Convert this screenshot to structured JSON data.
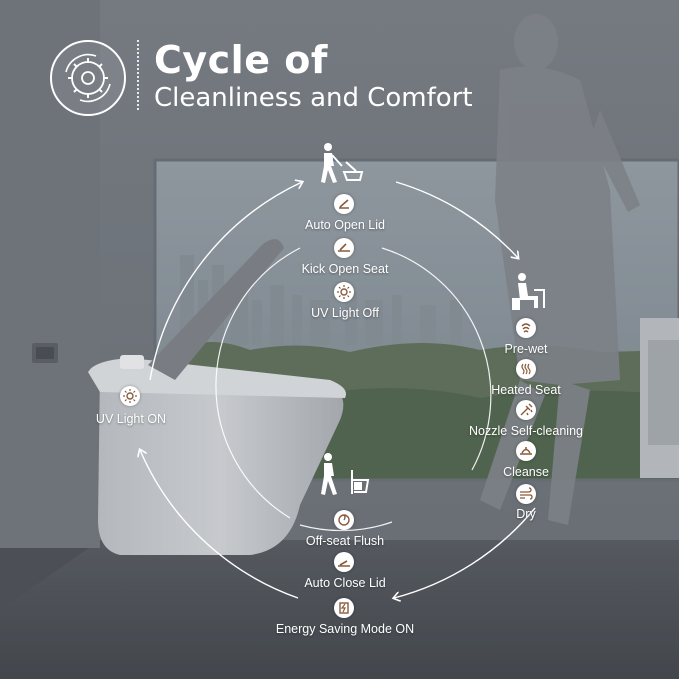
{
  "title": {
    "line1": "Cycle of",
    "line2": "Cleanliness and Comfort"
  },
  "icons": {
    "cycle_logo": "cycle-gear-icon",
    "walking_person": "person-walking-to-toilet-icon",
    "sitting_person": "person-sitting-icon",
    "leaving_person": "person-walking-away-icon"
  },
  "top_group": {
    "steps": [
      {
        "label": "Auto Open Lid",
        "icon": "lid-open-icon"
      },
      {
        "label": "Kick Open Seat",
        "icon": "seat-open-icon"
      },
      {
        "label": "UV Light Off",
        "icon": "uv-light-icon"
      }
    ]
  },
  "right_group": {
    "steps": [
      {
        "label": "Pre-wet",
        "icon": "water-spray-icon"
      },
      {
        "label": "Heated Seat",
        "icon": "heat-icon"
      },
      {
        "label": "Nozzle Self-cleaning",
        "icon": "nozzle-icon"
      },
      {
        "label": "Cleanse",
        "icon": "wash-icon"
      },
      {
        "label": "Dry",
        "icon": "wind-icon"
      }
    ]
  },
  "bottom_group": {
    "steps": [
      {
        "label": "Off-seat Flush",
        "icon": "flush-icon"
      },
      {
        "label": "Auto Close Lid",
        "icon": "lid-close-icon"
      },
      {
        "label": "Energy Saving Mode ON",
        "icon": "energy-icon"
      }
    ]
  },
  "left_group": {
    "steps": [
      {
        "label": "UV Light ON",
        "icon": "uv-light-icon"
      }
    ]
  },
  "colors": {
    "icon_accent": "#8a5a3c",
    "text": "#ffffff",
    "overlay": "#6e7379"
  }
}
